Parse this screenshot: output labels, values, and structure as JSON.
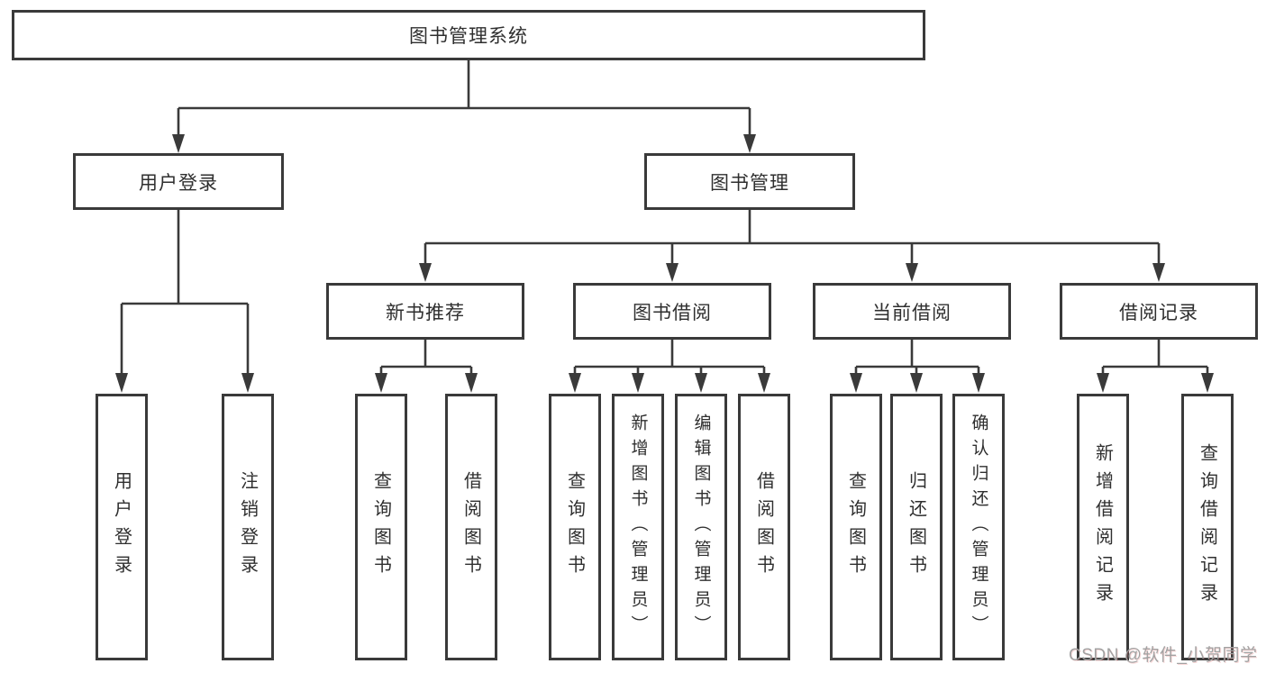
{
  "diagram": {
    "type": "tree",
    "title": "图书管理系统",
    "colors": {
      "line": "#3a3a3a",
      "box_border": "#3a3a3a",
      "text": "#2f2f2f",
      "background": "#ffffff",
      "watermark": "#a2a2a2"
    }
  },
  "nodes": {
    "root": {
      "label": "图书管理系统"
    },
    "user_login": {
      "label": "用户登录"
    },
    "book_management": {
      "label": "图书管理"
    },
    "new_book_recommend": {
      "label": "新书推荐"
    },
    "book_borrowing": {
      "label": "图书借阅"
    },
    "current_borrowing": {
      "label": "当前借阅"
    },
    "borrowing_records": {
      "label": "借阅记录"
    },
    "leaf_user_login": {
      "label": "用户登录"
    },
    "leaf_logout": {
      "label": "注销登录"
    },
    "leaf_recommend_query_books": {
      "label": "查询图书"
    },
    "leaf_recommend_borrow_books": {
      "label": "借阅图书"
    },
    "leaf_borrowing_query_books": {
      "label": "查询图书"
    },
    "leaf_borrowing_add_books": {
      "label": "新增图书（管理员）"
    },
    "leaf_borrowing_edit_books": {
      "label": "编辑图书（管理员）"
    },
    "leaf_borrowing_borrow_books": {
      "label": "借阅图书"
    },
    "leaf_current_query_books": {
      "label": "查询图书"
    },
    "leaf_current_return_books": {
      "label": "归还图书"
    },
    "leaf_current_confirm_return": {
      "label": "确认归还（管理员）"
    },
    "leaf_records_add_record": {
      "label": "新增借阅记录"
    },
    "leaf_records_query_record": {
      "label": "查询借阅记录"
    }
  },
  "hierarchy": {
    "图书管理系统": {
      "用户登录": [
        "用户登录",
        "注销登录"
      ],
      "图书管理": {
        "新书推荐": [
          "查询图书",
          "借阅图书"
        ],
        "图书借阅": [
          "查询图书",
          "新增图书（管理员）",
          "编辑图书（管理员）",
          "借阅图书"
        ],
        "当前借阅": [
          "查询图书",
          "归还图书",
          "确认归还（管理员）"
        ],
        "借阅记录": [
          "新增借阅记录",
          "查询借阅记录"
        ]
      }
    }
  },
  "watermark": {
    "text": "CSDN @软件_小贺同学"
  }
}
